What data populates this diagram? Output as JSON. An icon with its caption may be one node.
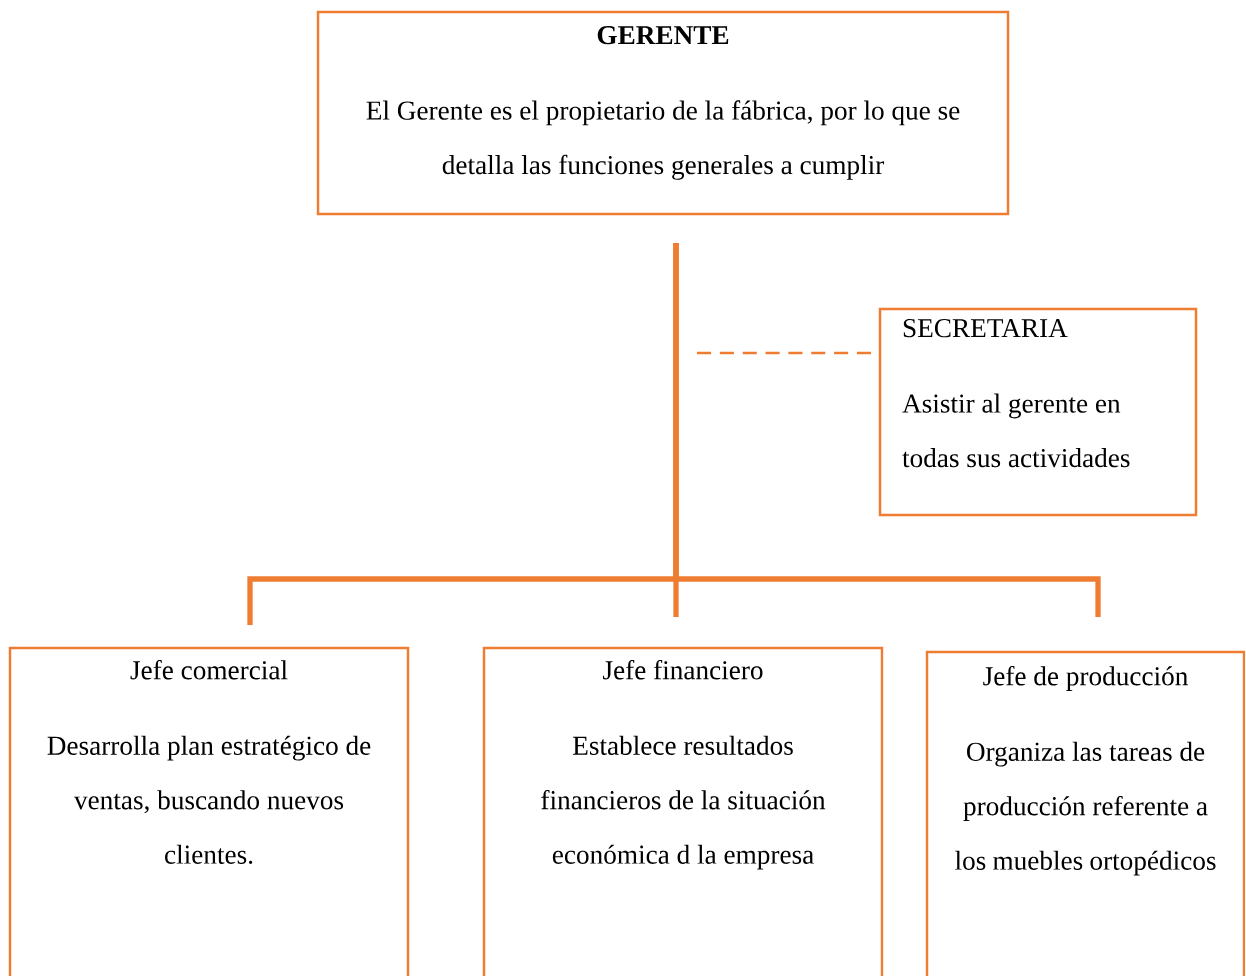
{
  "diagram": {
    "nodes": [
      {
        "text": [
          "GERENTE",
          "El Gerente es el propietario de la fábrica, por lo que se detalla las funciones generales a cumplir"
        ]
      },
      {
        "text": [
          "SECRETARIA",
          "Asistir al gerente en todas sus actividades"
        ]
      },
      {
        "text": [
          "Jefe comercial",
          "Desarrolla plan estratégico de ventas, buscando nuevos clientes."
        ]
      },
      {
        "text": [
          "Jefe financiero",
          "Establece resultados financieros de la situación económica d la empresa"
        ]
      },
      {
        "text": [
          "Jefe de producción",
          "Organiza las tareas de producción referente a los muebles ortopédicos"
        ]
      }
    ],
    "edges": [
      {
        "from": 0,
        "to": 2,
        "arrow": "none"
      },
      {
        "from": 0,
        "to": 3,
        "arrow": "none"
      },
      {
        "from": 0,
        "to": 4,
        "arrow": "none"
      },
      {
        "from": null,
        "to": 1,
        "arrow": "none",
        "style": "dashed"
      }
    ]
  }
}
